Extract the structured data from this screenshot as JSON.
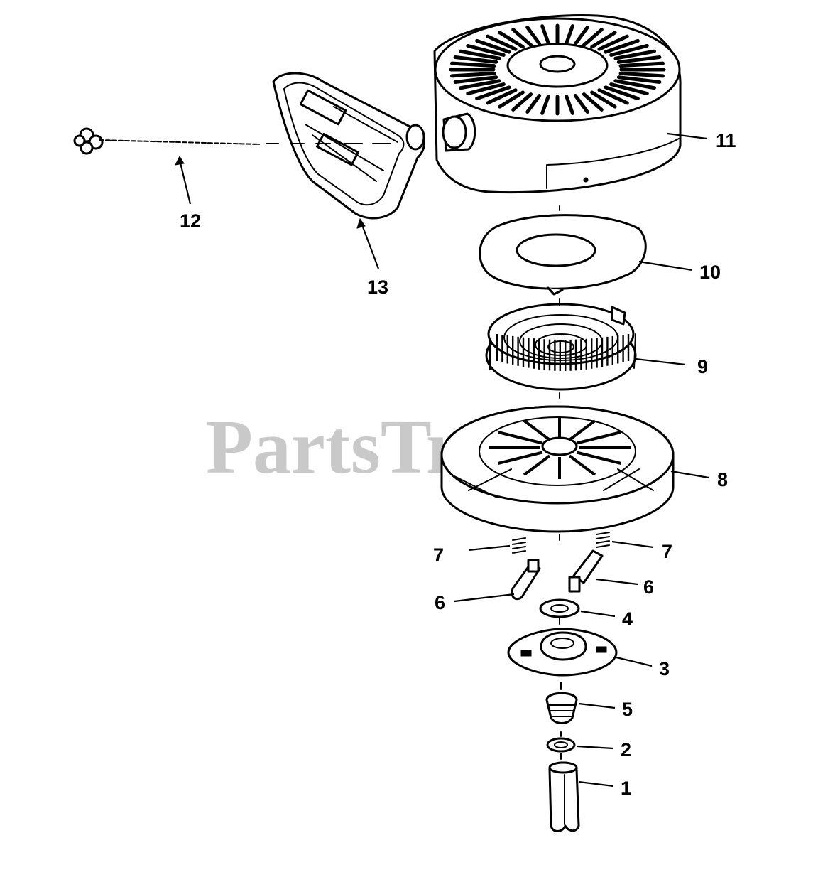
{
  "watermark": "PartsTree",
  "callouts": {
    "p1": "1",
    "p2": "2",
    "p3": "3",
    "p4": "4",
    "p5": "5",
    "p6a": "6",
    "p6b": "6",
    "p7a": "7",
    "p7b": "7",
    "p8": "8",
    "p9": "9",
    "p10": "10",
    "p11": "11",
    "p12": "12",
    "p13": "13"
  }
}
